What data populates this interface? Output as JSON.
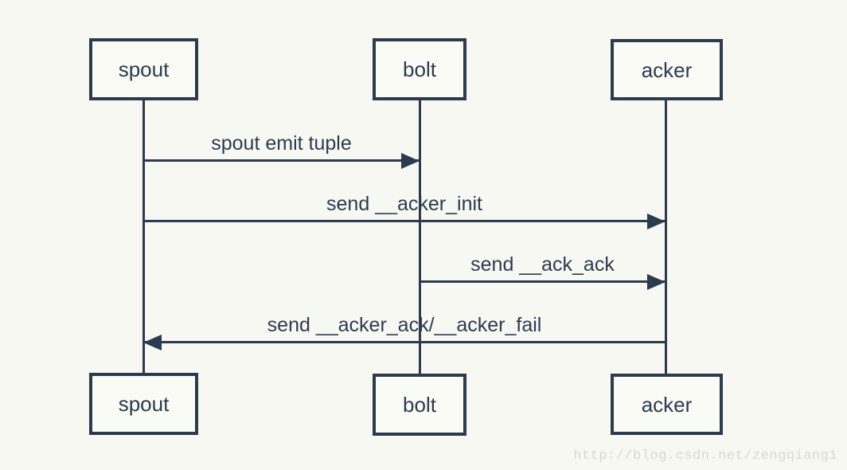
{
  "diagram": {
    "type": "sequence-diagram",
    "actors": [
      {
        "id": "spout",
        "label": "spout"
      },
      {
        "id": "bolt",
        "label": "bolt"
      },
      {
        "id": "acker",
        "label": "acker"
      }
    ],
    "messages": [
      {
        "label": "spout emit tuple",
        "from": "spout",
        "to": "bolt",
        "direction": "right"
      },
      {
        "label": "send __acker_init",
        "from": "spout",
        "to": "acker",
        "direction": "right"
      },
      {
        "label": "send __ack_ack",
        "from": "bolt",
        "to": "acker",
        "direction": "right"
      },
      {
        "label": "send __acker_ack/__acker_fail",
        "from": "acker",
        "to": "spout",
        "direction": "left"
      }
    ],
    "colors": {
      "line": "#2c3b50",
      "background": "#f7f8f2",
      "watermark_text": "#d8d8d0"
    },
    "watermark": "http://blog.csdn.net/zengqiang1"
  }
}
